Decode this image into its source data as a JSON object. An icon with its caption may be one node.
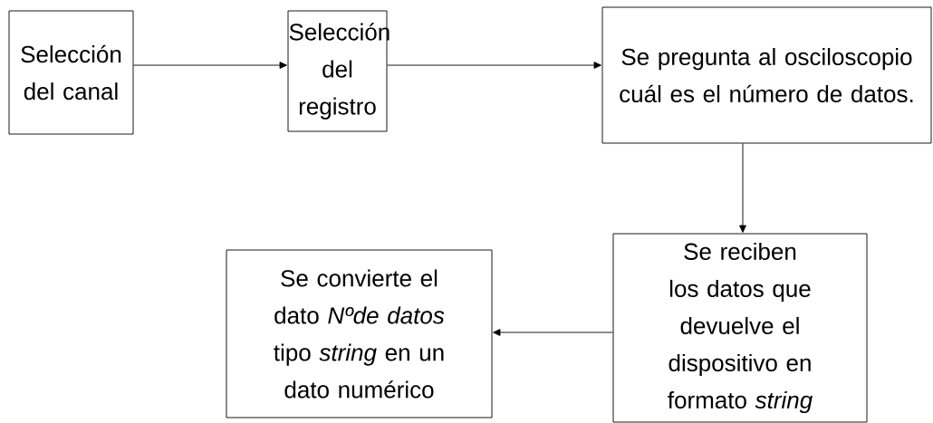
{
  "diagram": {
    "nodes": [
      {
        "text": [
          "Selección del canal"
        ]
      },
      {
        "text": [
          "Selección del registro"
        ]
      },
      {
        "text": [
          "Se pregunta al osciloscopio cuál es el número de datos."
        ]
      },
      {
        "text": [
          "Se reciben los datos que devuelve el dispositivo en formato *string*"
        ]
      },
      {
        "text": [
          "Se convierte el dato *Nºde datos* tipo *string* en un dato numérico"
        ]
      }
    ],
    "edges": [
      {
        "from": 0,
        "to": 1,
        "arrow": "to"
      },
      {
        "from": 1,
        "to": 2,
        "arrow": "to"
      },
      {
        "from": 2,
        "to": 3,
        "arrow": "to"
      },
      {
        "from": 3,
        "to": 4,
        "arrow": "to"
      }
    ]
  }
}
